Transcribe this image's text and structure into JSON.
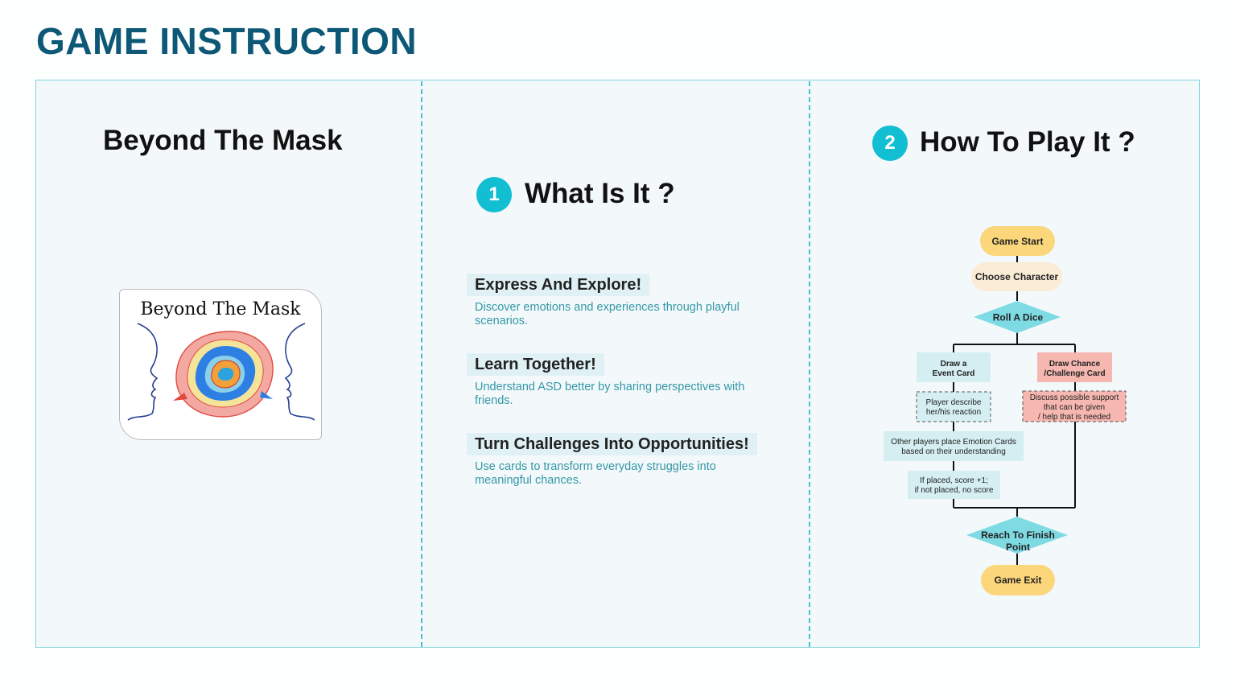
{
  "page": {
    "title": "GAME INSTRUCTION"
  },
  "left_panel": {
    "heading": "Beyond The Mask",
    "logo_text": "Beyond The Mask"
  },
  "middle_panel": {
    "number": "1",
    "heading": "What Is It ?",
    "features": [
      {
        "title": "Express And Explore!",
        "desc": "Discover emotions and experiences through playful scenarios."
      },
      {
        "title": "Learn Together!",
        "desc": "Understand ASD better by sharing perspectives with friends."
      },
      {
        "title": "Turn Challenges Into Opportunities!",
        "desc": "Use cards to transform everyday struggles into meaningful chances."
      }
    ]
  },
  "right_panel": {
    "number": "2",
    "heading": "How To Play It ?",
    "flow": {
      "game_start": "Game Start",
      "choose_character": "Choose Character",
      "roll_dice": "Roll A Dice",
      "event_card": [
        "Draw a",
        "Event Card"
      ],
      "chance_card": [
        "Draw Chance",
        "/Challenge Card"
      ],
      "player_describe": [
        "Player describe",
        "her/his reaction"
      ],
      "discuss_support": [
        "Discuss possible support",
        "that can be given",
        "/ help that is needed"
      ],
      "others_place": [
        "Other players place Emotion Cards",
        "based on their understanding"
      ],
      "score": [
        "If placed, score +1;",
        "if not placed, no score"
      ],
      "finish": [
        "Reach To Finish",
        "Point"
      ],
      "game_exit": "Game Exit"
    }
  },
  "colors": {
    "title": "#0d5877",
    "accent": "#12bfd2",
    "terminal": "#fbd67a",
    "step": "#fbecd6",
    "decision": "#7fdbe3",
    "event": "#d5eef2",
    "chance": "#f6b7b1"
  }
}
